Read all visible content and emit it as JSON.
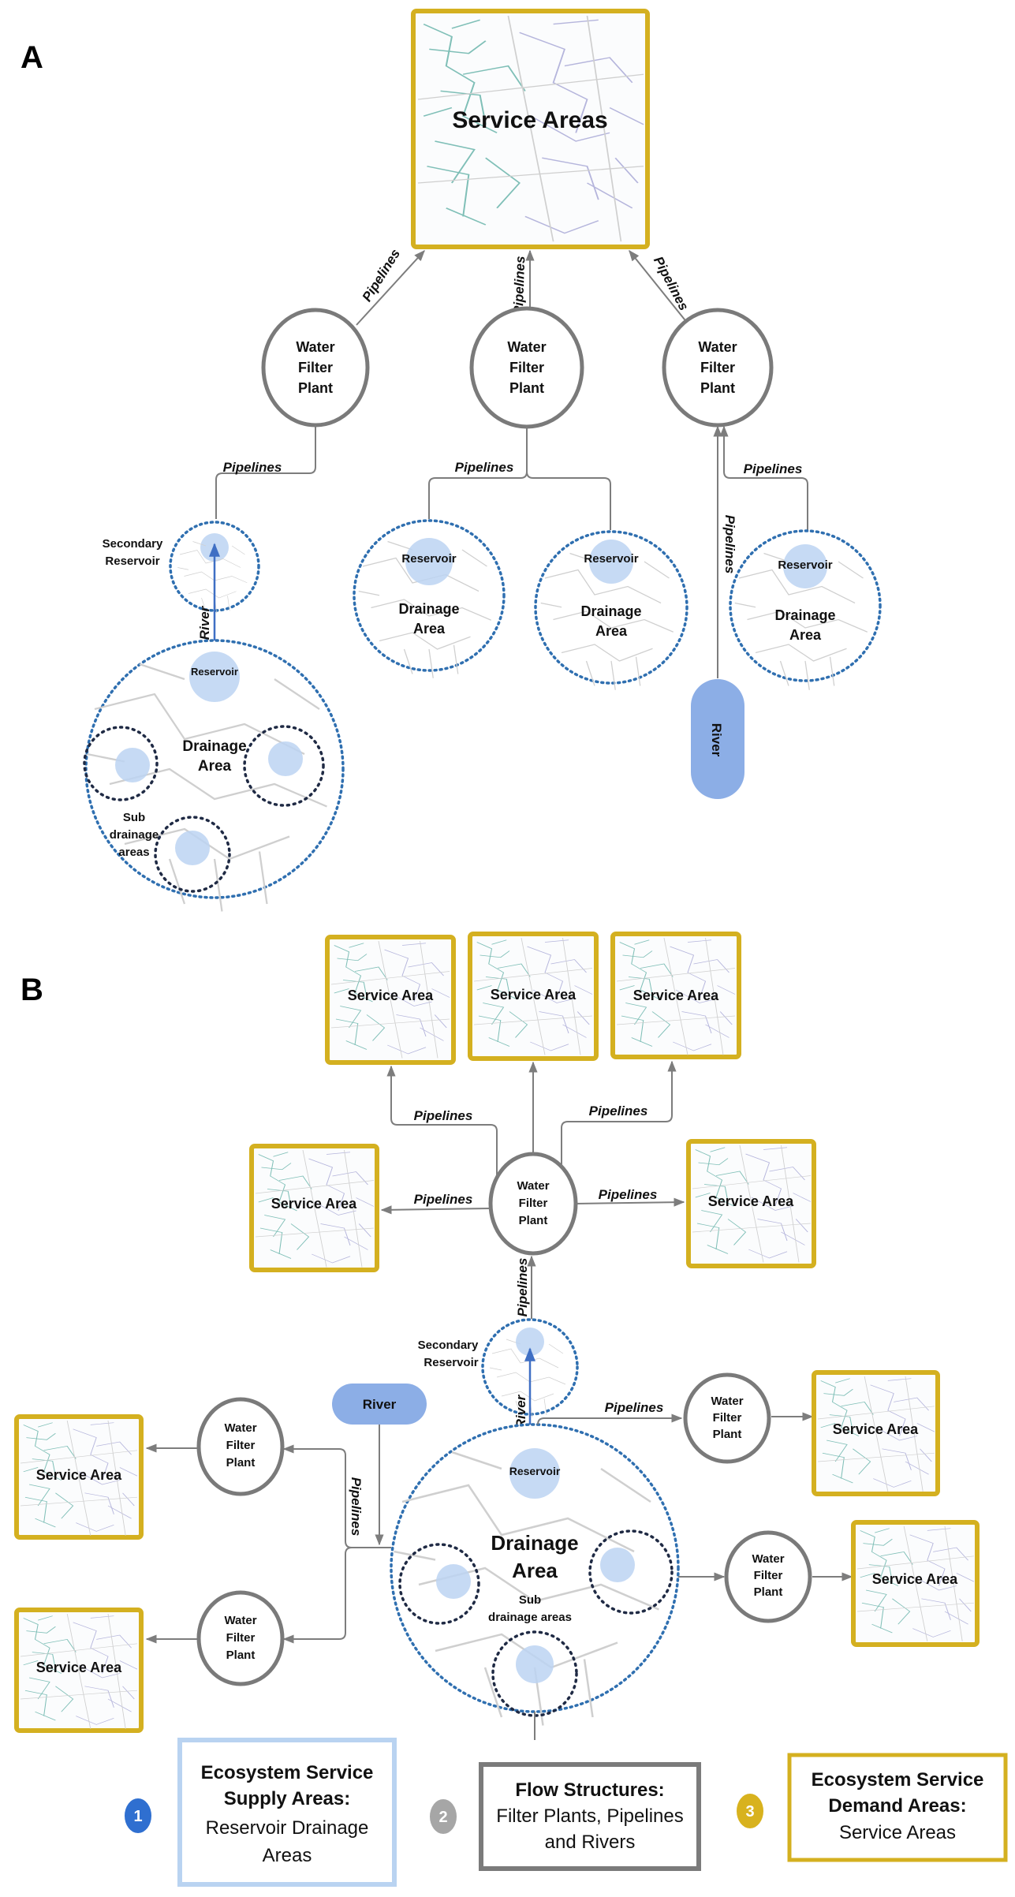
{
  "panels": {
    "a": {
      "letter": "A",
      "service_area_label": "Service Areas",
      "plant_line1": "Water",
      "plant_line2": "Filter",
      "plant_line3": "Plant",
      "pipelines_label": "Pipelines",
      "river_label": "River",
      "reservoir_label": "Reservoir",
      "drainage_line1": "Drainage",
      "drainage_line2": "Area",
      "secondary_line1": "Secondary",
      "secondary_line2": "Reservoir",
      "sub_line1": "Sub",
      "sub_line2": "drainage",
      "sub_line3": "areas"
    },
    "b": {
      "letter": "B",
      "service_area_label": "Service Area",
      "plant_line1": "Water",
      "plant_line2": "Filter",
      "plant_line3": "Plant",
      "pipelines_label": "Pipelines",
      "river_label": "River",
      "reservoir_label": "Reservoir",
      "drainage_line1": "Drainage",
      "drainage_line2": "Area",
      "secondary_line1": "Secondary",
      "secondary_line2": "Reservoir",
      "sub_line1": "Sub",
      "sub_line2": "drainage areas"
    }
  },
  "legend": [
    {
      "number": "1",
      "color": "#2f6fd0",
      "title_line1": "Ecosystem Service",
      "title_line2": "Supply Areas:",
      "sub_line1": "Reservoir Drainage",
      "sub_line2": "Areas"
    },
    {
      "number": "2",
      "color": "#a6a6a6",
      "title_line1": "Flow Structures:",
      "sub_line1": "Filter Plants, Pipelines",
      "sub_line2": "and Rivers"
    },
    {
      "number": "3",
      "color": "#d8b21e",
      "title_line1": "Ecosystem Service",
      "title_line2": "Demand Areas:",
      "sub_line1": "Service Areas"
    }
  ],
  "colors": {
    "supply_blue": "#2f6fb0",
    "flow_grey": "#7d7d7d",
    "demand_gold": "#d4b020",
    "river_fill": "#8caee6",
    "reservoir_fill": "#bcd4f2"
  }
}
